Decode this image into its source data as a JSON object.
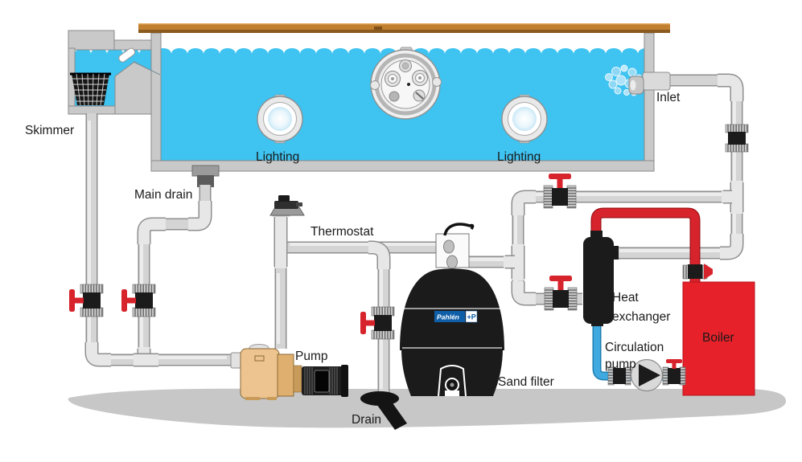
{
  "diagram": {
    "subject": "swimming-pool-filtration-and-heating-system"
  },
  "labels": {
    "skimmer": "Skimmer",
    "main_drain": "Main drain",
    "lighting_left": "Lighting",
    "lighting_right": "Lighting",
    "inlet": "Inlet",
    "thermostat": "Thermostat",
    "pump": "Pump",
    "sand_filter": "Sand filter",
    "drain": "Drain",
    "heat_exchanger_1": "Heat",
    "heat_exchanger_2": "exchanger",
    "circulation_1": "Circulation",
    "circulation_2": "pump",
    "boiler": "Boiler",
    "brand": "Pahlén",
    "brand_mark": "+P"
  },
  "colors": {
    "water": "#3FC3F0",
    "wall_gray": "#C9C9C9",
    "wall_edge": "#8A8A8A",
    "pipe_gray": "#D4D4D4",
    "pipe_edge": "#8F8F8F",
    "fitting_light": "#E7E7E7",
    "pipe_red": "#D7232B",
    "pipe_red_dark": "#9C1117",
    "pipe_blue": "#3FA9E0",
    "pipe_blue_dark": "#1F7FB0",
    "handle_red": "#D7232B",
    "equipment_black": "#1B1B1B",
    "boiler_red": "#E62129",
    "pump_tan": "#EDC48F",
    "pump_tan_dark": "#C89B5B",
    "ground_gray": "#C7C7C7",
    "deck_brown": "#C0802F",
    "deck_brown_dark": "#8A5A1E",
    "brand_blue": "#0E5EA8",
    "label_text": "#1A1A1A",
    "lamp_blue": "#CDEBF8"
  }
}
